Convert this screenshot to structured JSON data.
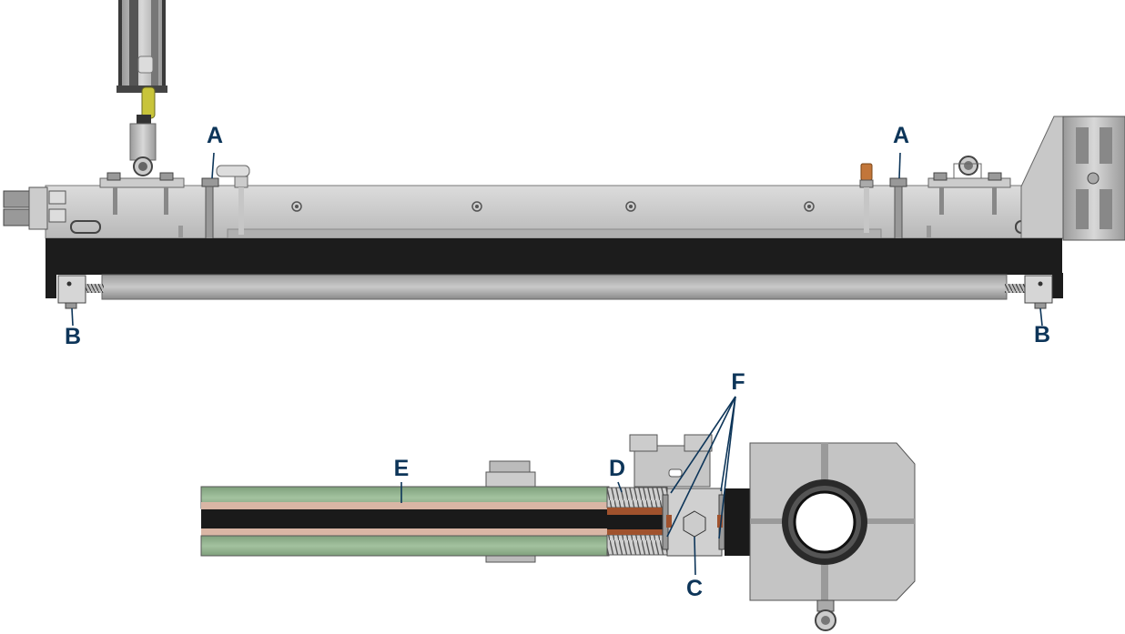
{
  "labels": {
    "a_left": "A",
    "a_right": "A",
    "b_left": "B",
    "b_right": "B",
    "c": "C",
    "d": "D",
    "e": "E",
    "f": "F"
  },
  "colors": {
    "callout": "#0d3559",
    "steel": "#c2c2c2",
    "steel_dark": "#8a8a8a",
    "rubber": "#1a1a1a",
    "roller_green": "#8fb08c",
    "roller_pink": "#d9b6a5",
    "spring_orange": "#a0522d",
    "fitting_orange": "#c2763a",
    "air_yellow": "#c8c43a"
  }
}
